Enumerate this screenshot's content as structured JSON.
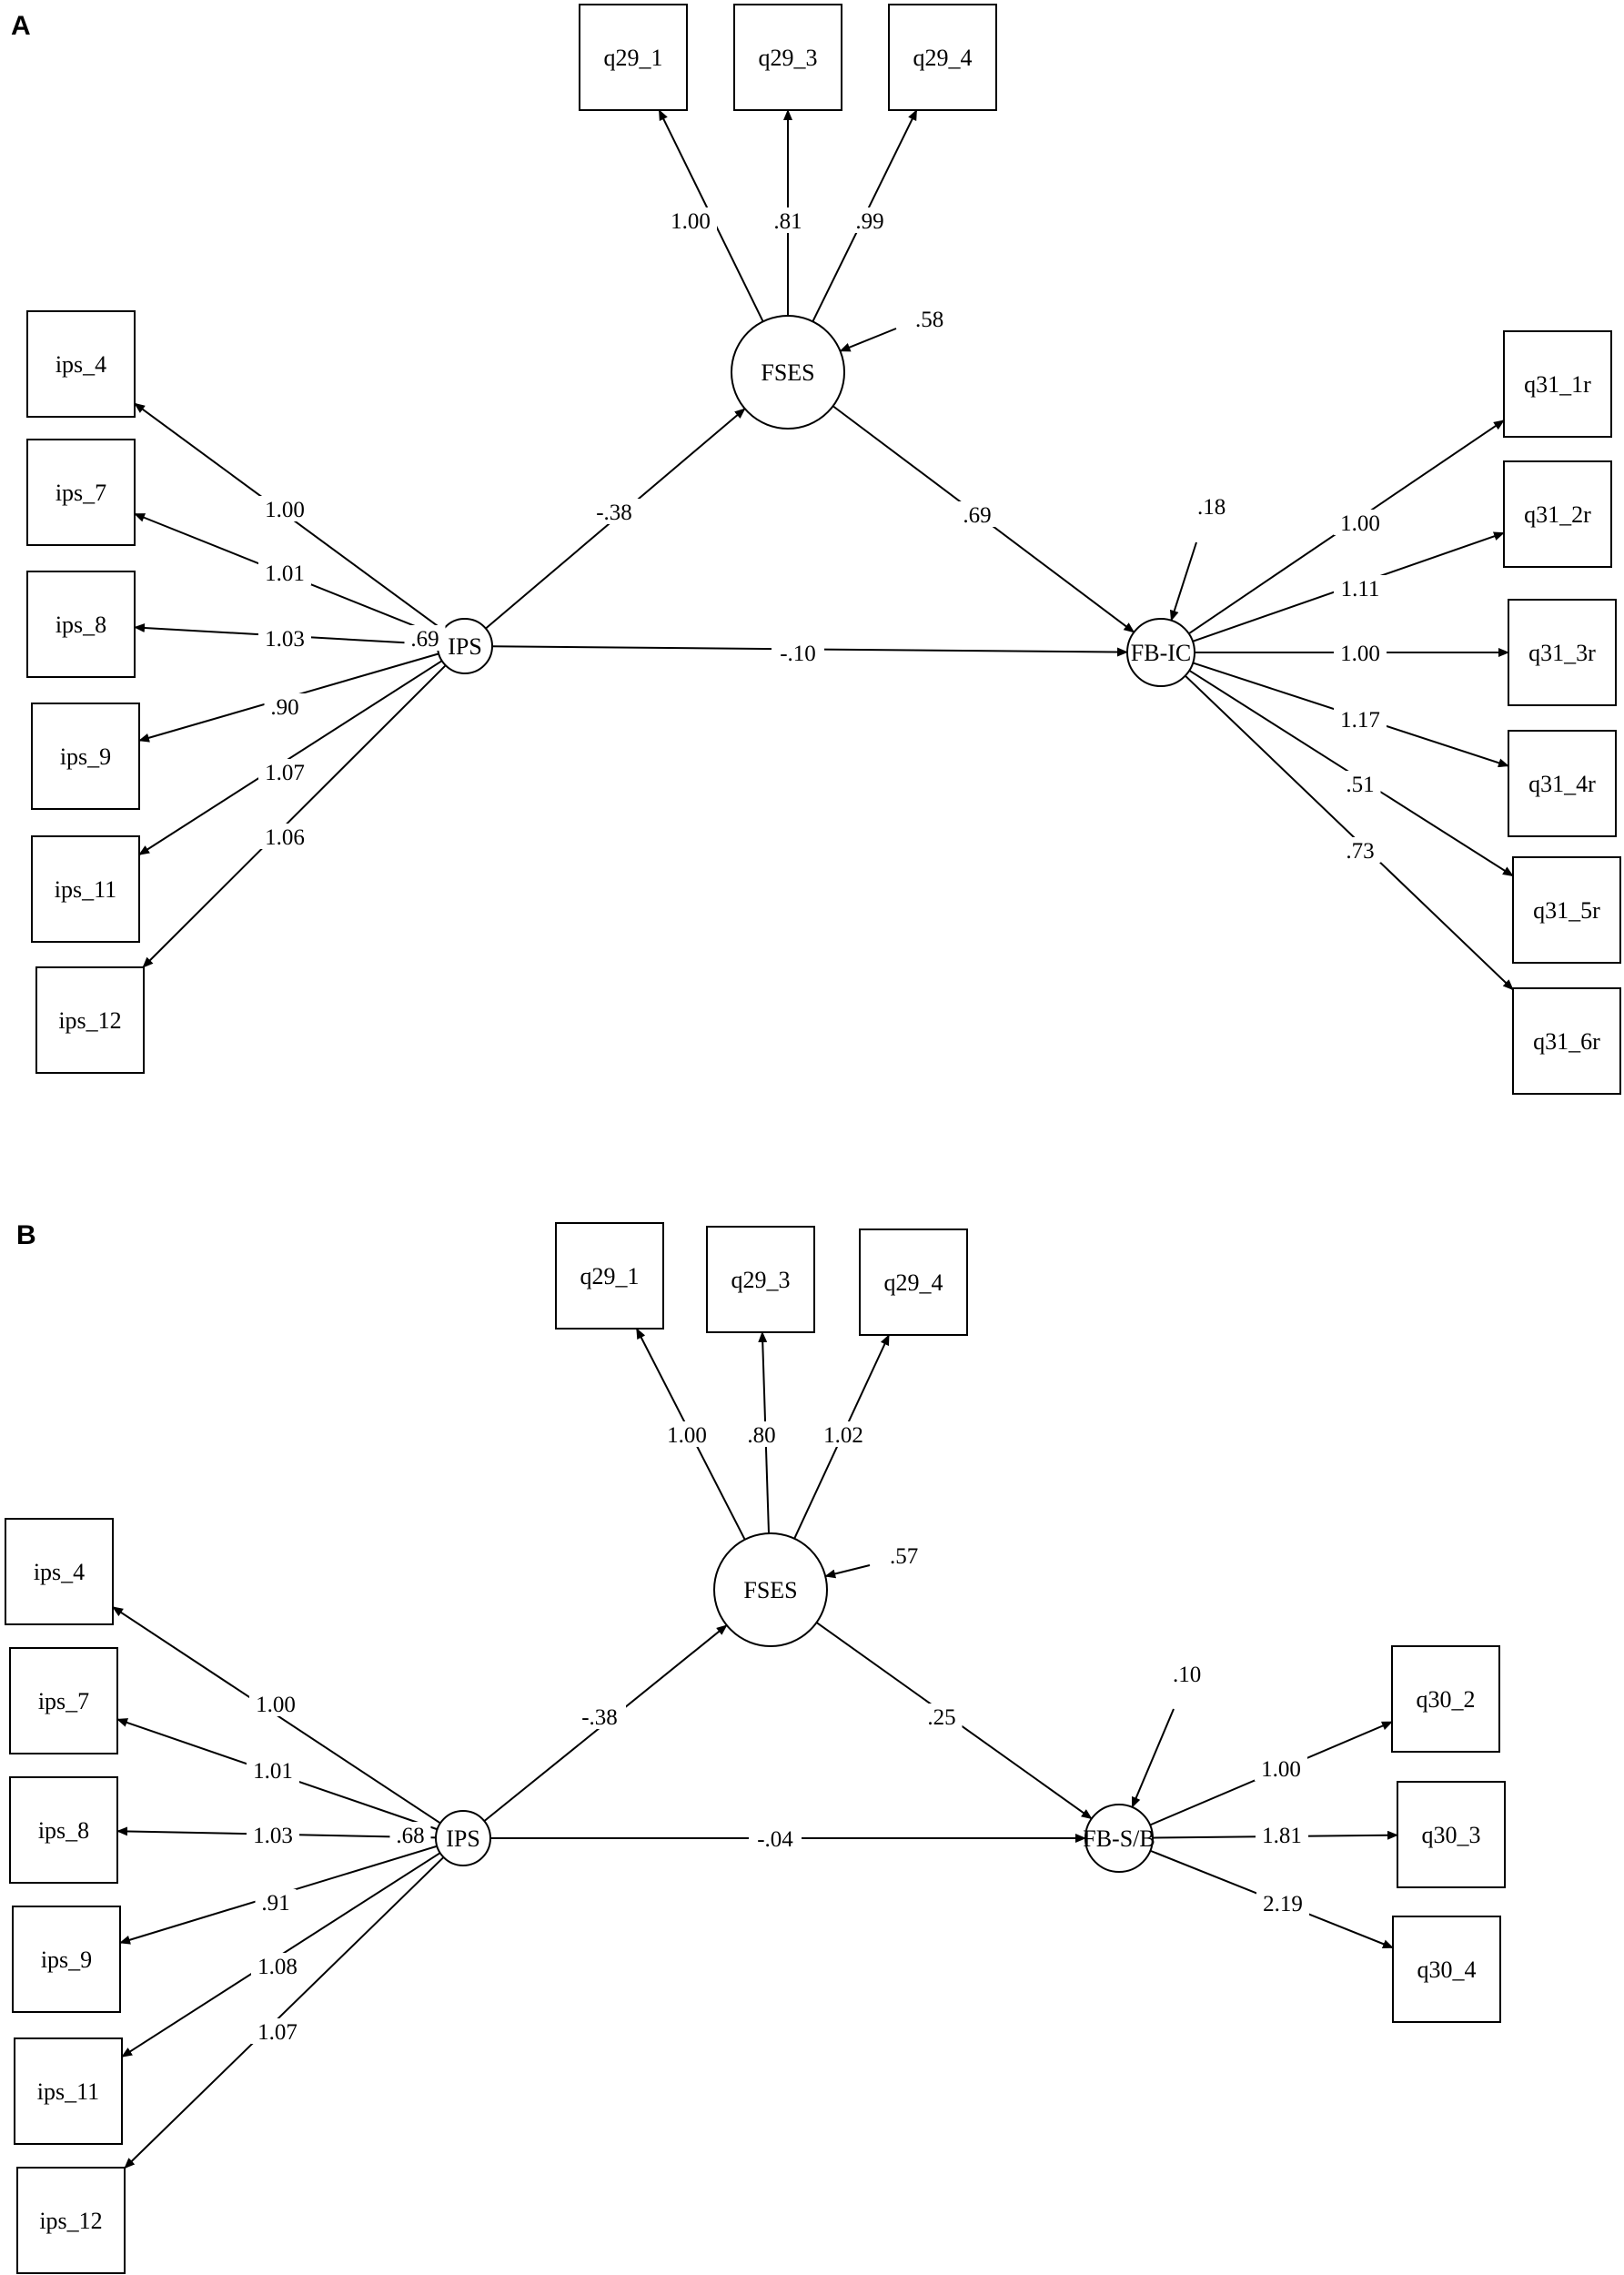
{
  "panels": [
    {
      "id": "A",
      "letter": "A",
      "nodes": [
        {
          "id": "q29_1a",
          "label": "q29_1",
          "shape": "box"
        },
        {
          "id": "q29_3a",
          "label": "q29_3",
          "shape": "box"
        },
        {
          "id": "q29_4a",
          "label": "q29_4",
          "shape": "box"
        },
        {
          "id": "fses_a",
          "label": "FSES",
          "shape": "circle"
        },
        {
          "id": "ips_a",
          "label": "IPS",
          "shape": "circle"
        },
        {
          "id": "fbic_a",
          "label": "FB-IC",
          "shape": "circle"
        },
        {
          "id": "ips_4a",
          "label": "ips_4",
          "shape": "box"
        },
        {
          "id": "ips_7a",
          "label": "ips_7",
          "shape": "box"
        },
        {
          "id": "ips_8a",
          "label": "ips_8",
          "shape": "box"
        },
        {
          "id": "ips_9a",
          "label": "ips_9",
          "shape": "box"
        },
        {
          "id": "ips_11a",
          "label": "ips_11",
          "shape": "box"
        },
        {
          "id": "ips_12a",
          "label": "ips_12",
          "shape": "box"
        },
        {
          "id": "q31_1ra",
          "label": "q31_1r",
          "shape": "box"
        },
        {
          "id": "q31_2ra",
          "label": "q31_2r",
          "shape": "box"
        },
        {
          "id": "q31_3ra",
          "label": "q31_3r",
          "shape": "box"
        },
        {
          "id": "q31_4ra",
          "label": "q31_4r",
          "shape": "box"
        },
        {
          "id": "q31_5ra",
          "label": "q31_5r",
          "shape": "box"
        },
        {
          "id": "q31_6ra",
          "label": "q31_6r",
          "shape": "box"
        }
      ],
      "edges": [
        {
          "from": "fses_a",
          "to": "q29_1a",
          "label": "1.00"
        },
        {
          "from": "fses_a",
          "to": "q29_3a",
          "label": ".81"
        },
        {
          "from": "fses_a",
          "to": "q29_4a",
          "label": ".99"
        },
        {
          "from": "ips_a",
          "to": "fses_a",
          "label": "-.38"
        },
        {
          "from": "fses_a",
          "to": "fbic_a",
          "label": ".69"
        },
        {
          "from": "ips_a",
          "to": "fbic_a",
          "label": "-.10"
        },
        {
          "from": "ips_a",
          "to": "ips_4a",
          "label": "1.00"
        },
        {
          "from": "ips_a",
          "to": "ips_7a",
          "label": "1.01"
        },
        {
          "from": "ips_a",
          "to": "ips_8a",
          "label": "1.03"
        },
        {
          "from": "ips_a",
          "to": "ips_9a",
          "label": ".90"
        },
        {
          "from": "ips_a",
          "to": "ips_11a",
          "label": "1.07"
        },
        {
          "from": "ips_a",
          "to": "ips_12a",
          "label": "1.06"
        },
        {
          "from": "fbic_a",
          "to": "q31_1ra",
          "label": "1.00"
        },
        {
          "from": "fbic_a",
          "to": "q31_2ra",
          "label": "1.11"
        },
        {
          "from": "fbic_a",
          "to": "q31_3ra",
          "label": "1.00"
        },
        {
          "from": "fbic_a",
          "to": "q31_4ra",
          "label": "1.17"
        },
        {
          "from": "fbic_a",
          "to": "q31_5ra",
          "label": ".51"
        },
        {
          "from": "fbic_a",
          "to": "q31_6ra",
          "label": ".73"
        }
      ],
      "residuals": [
        {
          "node": "fses_a",
          "label": ".58"
        },
        {
          "node": "fbic_a",
          "label": ".18"
        }
      ],
      "variances": [
        {
          "node": "ips_a",
          "label": ".69"
        }
      ]
    },
    {
      "id": "B",
      "letter": "B",
      "nodes": [
        {
          "id": "q29_1b",
          "label": "q29_1",
          "shape": "box"
        },
        {
          "id": "q29_3b",
          "label": "q29_3",
          "shape": "box"
        },
        {
          "id": "q29_4b",
          "label": "q29_4",
          "shape": "box"
        },
        {
          "id": "fses_b",
          "label": "FSES",
          "shape": "circle"
        },
        {
          "id": "ips_b",
          "label": "IPS",
          "shape": "circle"
        },
        {
          "id": "fbsb_b",
          "label": "FB-S/B",
          "shape": "circle"
        },
        {
          "id": "ips_4b",
          "label": "ips_4",
          "shape": "box"
        },
        {
          "id": "ips_7b",
          "label": "ips_7",
          "shape": "box"
        },
        {
          "id": "ips_8b",
          "label": "ips_8",
          "shape": "box"
        },
        {
          "id": "ips_9b",
          "label": "ips_9",
          "shape": "box"
        },
        {
          "id": "ips_11b",
          "label": "ips_11",
          "shape": "box"
        },
        {
          "id": "ips_12b",
          "label": "ips_12",
          "shape": "box"
        },
        {
          "id": "q30_2b",
          "label": "q30_2",
          "shape": "box"
        },
        {
          "id": "q30_3b",
          "label": "q30_3",
          "shape": "box"
        },
        {
          "id": "q30_4b",
          "label": "q30_4",
          "shape": "box"
        }
      ],
      "edges": [
        {
          "from": "fses_b",
          "to": "q29_1b",
          "label": "1.00"
        },
        {
          "from": "fses_b",
          "to": "q29_3b",
          "label": ".80"
        },
        {
          "from": "fses_b",
          "to": "q29_4b",
          "label": "1.02"
        },
        {
          "from": "ips_b",
          "to": "fses_b",
          "label": "-.38"
        },
        {
          "from": "fses_b",
          "to": "fbsb_b",
          "label": ".25"
        },
        {
          "from": "ips_b",
          "to": "fbsb_b",
          "label": "-.04"
        },
        {
          "from": "ips_b",
          "to": "ips_4b",
          "label": "1.00"
        },
        {
          "from": "ips_b",
          "to": "ips_7b",
          "label": "1.01"
        },
        {
          "from": "ips_b",
          "to": "ips_8b",
          "label": "1.03"
        },
        {
          "from": "ips_b",
          "to": "ips_9b",
          "label": ".91"
        },
        {
          "from": "ips_b",
          "to": "ips_11b",
          "label": "1.08"
        },
        {
          "from": "ips_b",
          "to": "ips_12b",
          "label": "1.07"
        },
        {
          "from": "fbsb_b",
          "to": "q30_2b",
          "label": "1.00"
        },
        {
          "from": "fbsb_b",
          "to": "q30_3b",
          "label": "1.81"
        },
        {
          "from": "fbsb_b",
          "to": "q30_4b",
          "label": "2.19"
        }
      ],
      "residuals": [
        {
          "node": "fses_b",
          "label": ".57"
        },
        {
          "node": "fbsb_b",
          "label": ".10"
        }
      ],
      "variances": [
        {
          "node": "ips_b",
          "label": ".68"
        }
      ]
    }
  ]
}
